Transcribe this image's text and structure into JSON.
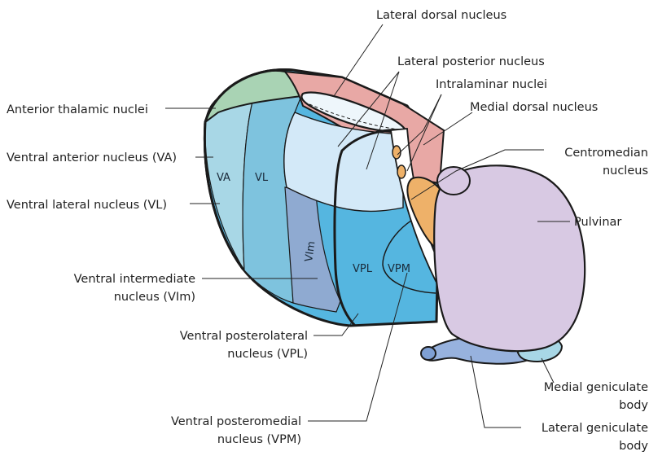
{
  "labels": {
    "lateral_dorsal": "Lateral dorsal nucleus",
    "lateral_posterior": "Lateral posterior nucleus",
    "intralaminar": "Intralaminar nuclei",
    "medial_dorsal": "Medial dorsal nucleus",
    "anterior": "Anterior thalamic nuclei",
    "ventral_anterior": "Ventral anterior nucleus (VA)",
    "ventral_lateral": "Ventral lateral nucleus (VL)",
    "centromedian_1": "Centromedian",
    "centromedian_2": "nucleus",
    "pulvinar": "Pulvinar",
    "vim_1": "Ventral intermediate",
    "vim_2": "nucleus (VIm)",
    "vpl_1": "Ventral posterolateral",
    "vpl_2": "nucleus (VPL)",
    "vpm_1": "Ventral posteromedial",
    "vpm_2": "nucleus (VPM)",
    "mgb_1": "Medial geniculate",
    "mgb_2": "body",
    "lgb_1": "Lateral geniculate",
    "lgb_2": "body"
  },
  "abbreviations": {
    "va": "VA",
    "vl": "VL",
    "vim": "VIm",
    "vpl": "VPL",
    "vpm": "VPM"
  },
  "colors": {
    "anterior": "#a9d3b4",
    "lateral_dorsal": "#e8a8a5",
    "medial_dorsal": "#e8a8a5",
    "lateral_posterior": "#d3e9f8",
    "va": "#a8d7e6",
    "vl": "#7ec3de",
    "vim": "#8faad1",
    "vpl": "#55b6e0",
    "vpm": "#55b6e0",
    "intralaminar": "#eeb169",
    "pulvinar": "#d8c9e3",
    "lgb": "#97b2de",
    "mgb": "#a8d7e6",
    "outline": "#1a1a1a"
  }
}
